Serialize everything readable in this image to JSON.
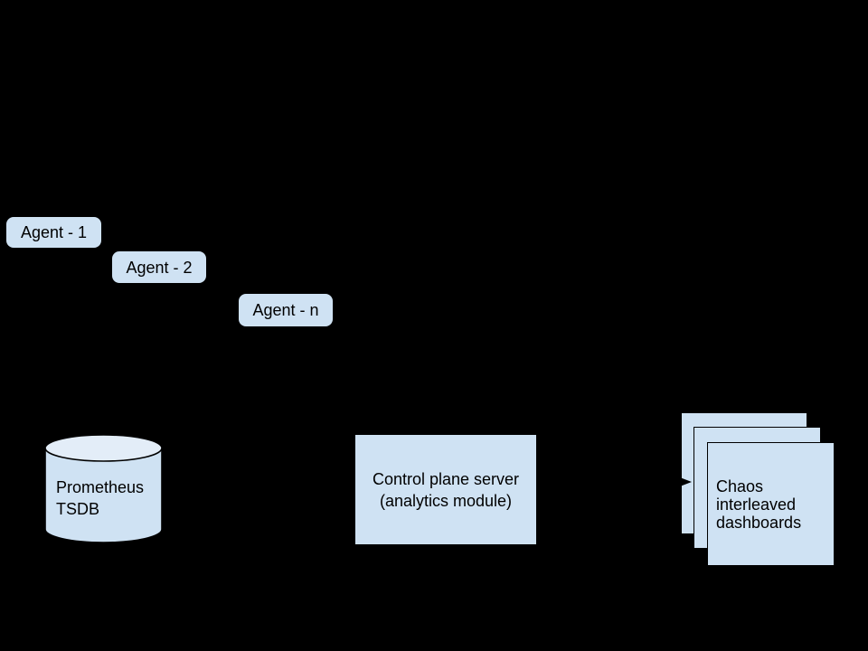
{
  "colors": {
    "background": "#000000",
    "shape_fill": "#cfe2f3",
    "cylinder_top_fill": "#e3edf8",
    "outline": "#000000",
    "text": "#000000"
  },
  "agents": [
    {
      "label": "Agent - 1"
    },
    {
      "label": "Agent - 2"
    },
    {
      "label": "Agent - n"
    }
  ],
  "prometheus": {
    "lines": [
      "Prometheus",
      "TSDB"
    ]
  },
  "control_plane": {
    "lines": [
      "Control plane server",
      "(analytics module)"
    ]
  },
  "dashboards": {
    "lines": [
      "Chaos",
      "interleaved",
      "dashboards"
    ]
  },
  "connections": [
    {
      "from": "control-plane-server",
      "to": "dashboards-stack",
      "type": "arrow-right"
    }
  ]
}
